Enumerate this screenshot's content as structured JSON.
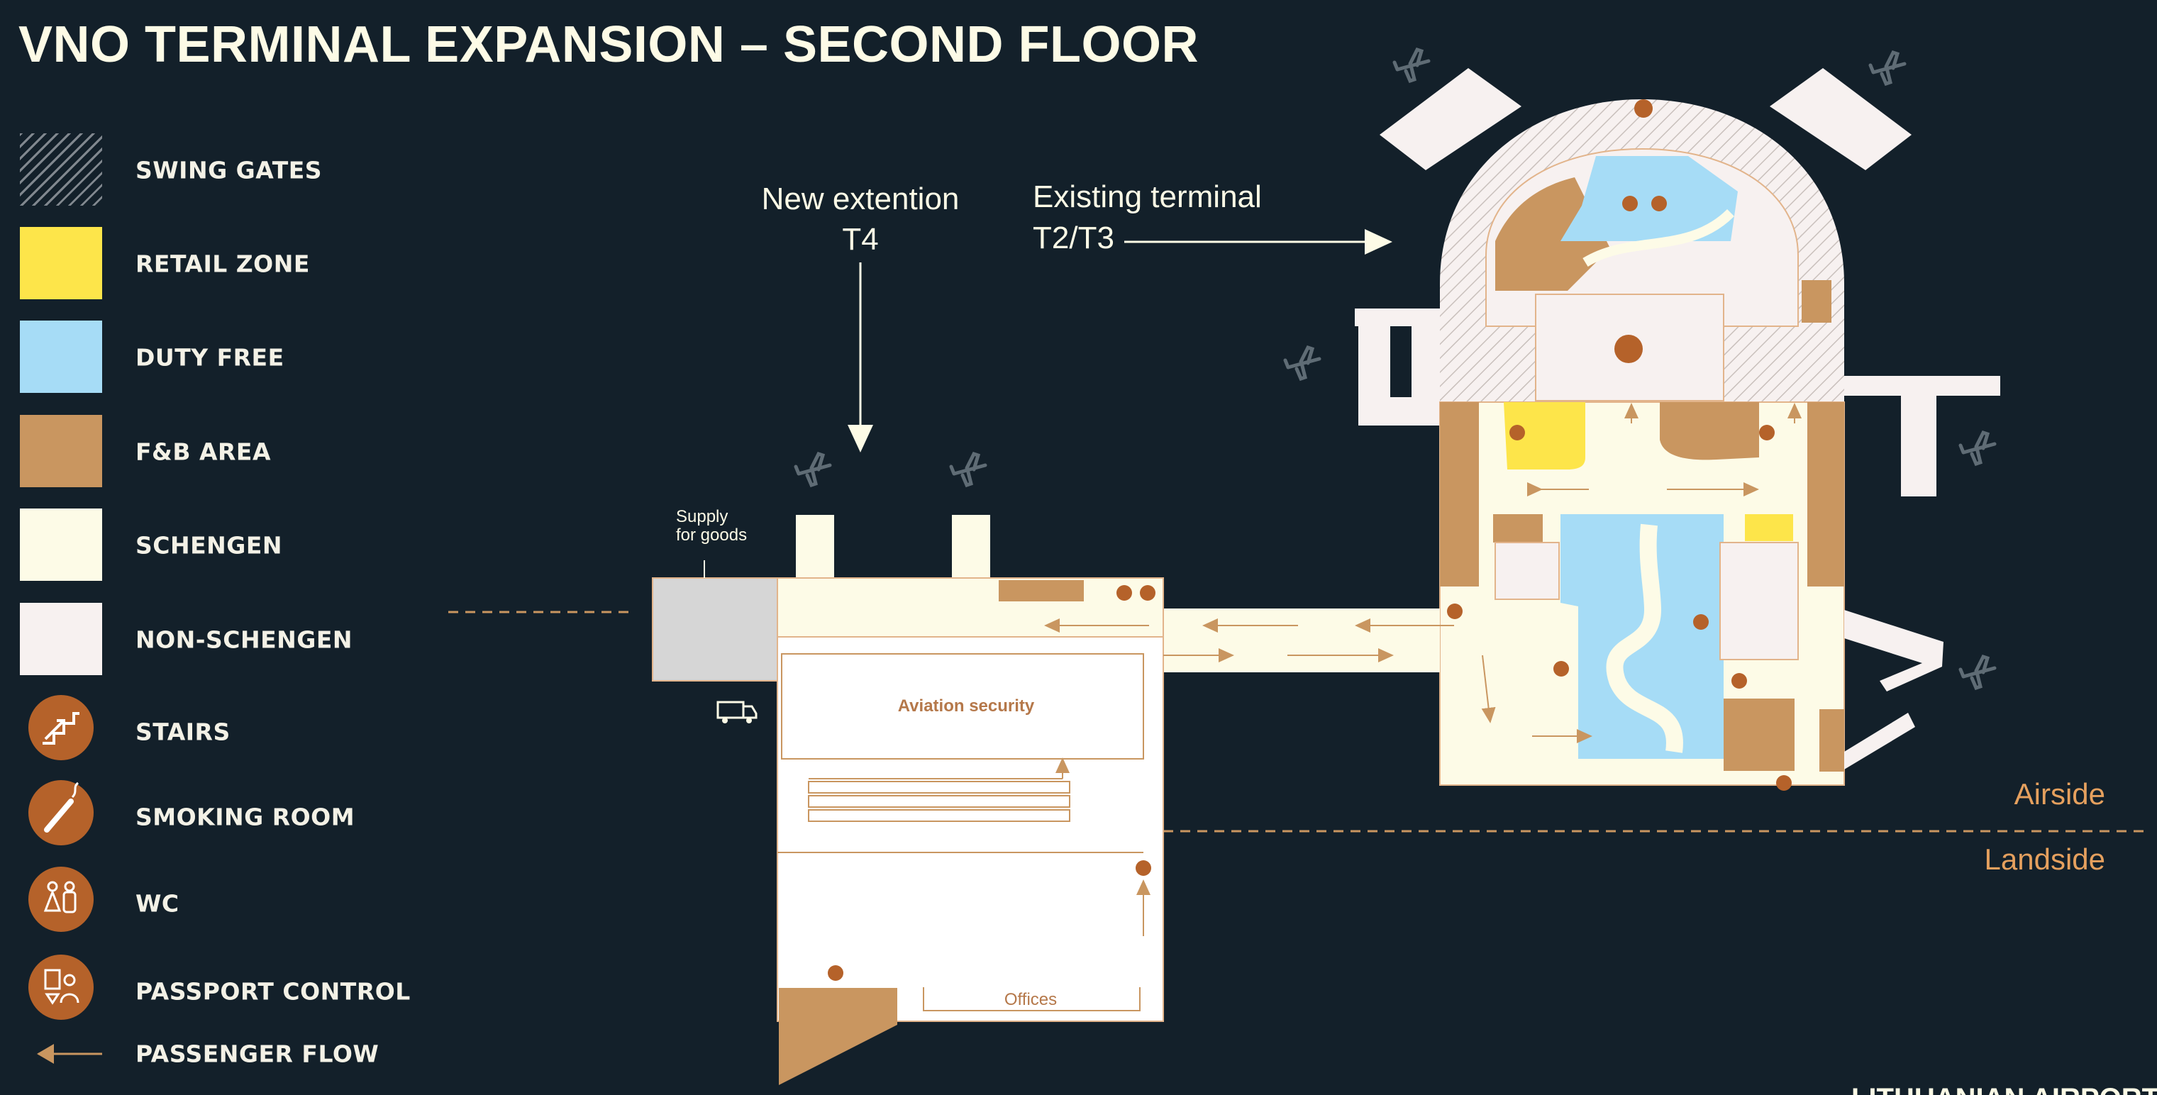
{
  "title": "VNO TERMINAL EXPANSION – SECOND FLOOR",
  "colors": {
    "background": "#13202a",
    "retail": "#fde54a",
    "duty_free": "#a6dcf6",
    "fnb": "#c99660",
    "schengen": "#fdfbe7",
    "non_schengen": "#f7f1f0",
    "icon": "#b5622a",
    "zone_text": "#e5a05e"
  },
  "legend": [
    {
      "label": "SWING GATES",
      "swatch": "hatch"
    },
    {
      "label": "RETAIL ZONE",
      "swatch": "retail"
    },
    {
      "label": "DUTY FREE",
      "swatch": "duty_free"
    },
    {
      "label": "F&B AREA",
      "swatch": "fnb"
    },
    {
      "label": "SCHENGEN",
      "swatch": "schengen"
    },
    {
      "label": "NON-SCHENGEN",
      "swatch": "non_schengen"
    },
    {
      "label": "STAIRS",
      "icon": "stairs-icon"
    },
    {
      "label": "SMOKING ROOM",
      "icon": "smoking-room-icon"
    },
    {
      "label": "WC",
      "icon": "wc-icon"
    },
    {
      "label": "PASSPORT CONTROL",
      "icon": "passport-control-icon"
    },
    {
      "label": "PASSENGER FLOW",
      "icon": "passenger-flow-arrow-icon"
    }
  ],
  "annotations": {
    "new_extension_line1": "New extention",
    "new_extension_line2": "T4",
    "existing_terminal_line1": "Existing terminal",
    "existing_terminal_line2": "T2/T3",
    "supply_line1": "Supply",
    "supply_line2": "for goods",
    "aviation_security": "Aviation security",
    "offices": "Offices",
    "airside": "Airside",
    "landside": "Landside",
    "footer_partial": "LITHUANIAN AIRPORTS"
  }
}
